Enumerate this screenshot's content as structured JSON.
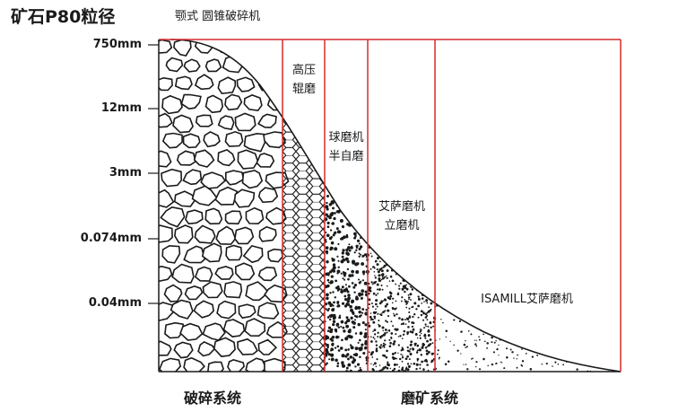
{
  "header": {
    "title": "矿石P80粒径",
    "subtitle": "颚式 圆锥破碎机"
  },
  "y_axis": {
    "labels": [
      "750mm",
      "12mm",
      "3mm",
      "0.074mm",
      "0.04mm"
    ]
  },
  "zones": [
    {
      "line1": "高压",
      "line2": "辊磨"
    },
    {
      "line1": "球磨机",
      "line2": "半自磨"
    },
    {
      "line1": "艾萨磨机",
      "line2": "立磨机"
    },
    {
      "line1": "ISAMILL艾萨磨机",
      "line2": ""
    }
  ],
  "footer": {
    "crushing": "破碎系统",
    "grinding": "磨矿系统"
  },
  "colors": {
    "frame_red": "#d62b2b",
    "ink": "#1a1a1a"
  }
}
